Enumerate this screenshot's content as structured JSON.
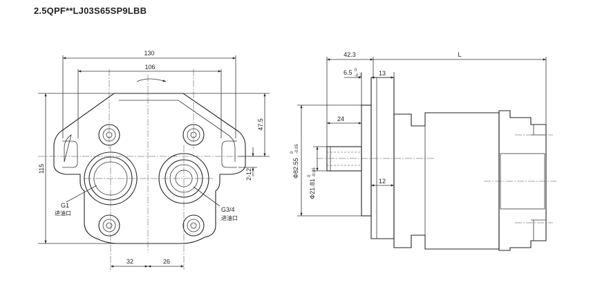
{
  "title": "2.5QPF**LJ03S65SP9LBB",
  "front_view": {
    "dims": {
      "overall_width": "130",
      "bolt_span": "106",
      "height": "115",
      "upper_offset": "47.5",
      "port_offset": "2-12",
      "left_port_offset": "32",
      "right_port_offset": "26"
    },
    "ports": {
      "inlet_thread": "G1",
      "inlet_label": "进油口",
      "outlet_thread": "G3/4",
      "outlet_label": "进油口"
    }
  },
  "side_view": {
    "dims": {
      "flange_depth": "42.3",
      "length": "L",
      "shoulder": "13",
      "step": "6.5",
      "step_tol_upper": "0",
      "step_tol_lower": "-0.2",
      "shaft_length": "24",
      "pilot_diameter": "Φ82.55",
      "pilot_tol_upper": "0",
      "pilot_tol_lower": "-0.05",
      "shaft_diameter": "Φ21.81",
      "shaft_tol_upper": "0",
      "shaft_tol_lower": "-0.05",
      "key_offset": "12"
    }
  }
}
